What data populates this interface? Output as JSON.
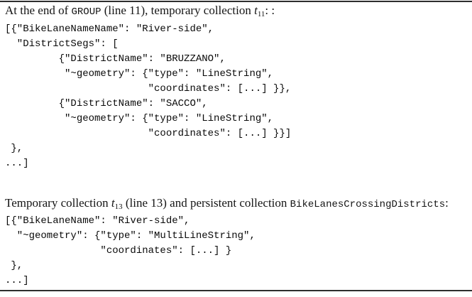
{
  "colors": {
    "background": "#ffffff",
    "text": "#141414",
    "code_text": "#0a0a0a",
    "rule": "#2e2e2e"
  },
  "caption1": {
    "prefix": "At the end of ",
    "code": "GROUP",
    "middle": " (line 11), temporary collection ",
    "var": "t",
    "sub": "11",
    "suffix": ": :"
  },
  "code_block_1": {
    "lines": [
      "[{\"BikeLaneNameName\": \"River-side\",",
      "  \"DistrictSegs\": [",
      "         {\"DistrictName\": \"BRUZZANO\",",
      "          \"~geometry\": {\"type\": \"LineString\",",
      "                        \"coordinates\": [...] }},",
      "         {\"DistrictName\": \"SACCO\",",
      "          \"~geometry\": {\"type\": \"LineString\",",
      "                        \"coordinates\": [...] }}]",
      " },",
      "...]"
    ]
  },
  "caption2": {
    "prefix": "Temporary collection ",
    "var": "t",
    "sub": "13",
    "middle": " (line 13) and persistent collection ",
    "code": "BikeLanesCrossingDistricts",
    "suffix": ":"
  },
  "code_block_2": {
    "lines": [
      "[{\"BikeLaneName\": \"River-side\",",
      "  \"~geometry\": {\"type\": \"MultiLineString\",",
      "                \"coordinates\": [...] }",
      " },",
      "...]"
    ]
  }
}
